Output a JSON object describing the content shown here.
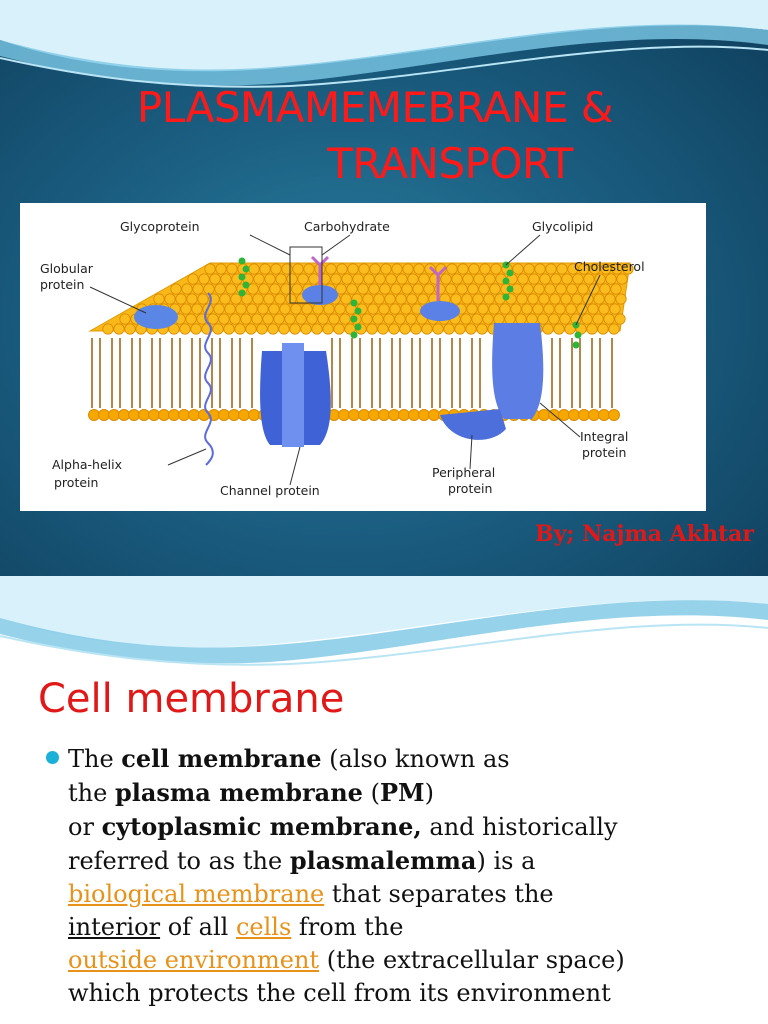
{
  "slide1": {
    "title_line1": "PLASMAMEMEBRANE &",
    "title_line2": "TRANSPORT",
    "byline": "By; Najma Akhtar",
    "diagram_labels": {
      "glycoprotein": "Glycoprotein",
      "carbohydrate": "Carbohydrate",
      "glycolipid": "Glycolipid",
      "globular1": "Globular",
      "globular2": "protein",
      "cholesterol": "Cholesterol",
      "integral1": "Integral",
      "integral2": "protein",
      "alpha1": "Alpha-helix",
      "alpha2": "protein",
      "channel": "Channel protein",
      "peripheral1": "Peripheral",
      "peripheral2": "protein"
    }
  },
  "slide2": {
    "heading": "Cell membrane",
    "p": {
      "t1": "The ",
      "b1": "cell membrane",
      "t2": " (also known as",
      "t3": "the ",
      "b2": "plasma membrane",
      "t4": " (",
      "b3": "PM",
      "t5": ")",
      "t6": "or ",
      "b4": "cytoplasmic membrane,",
      "t7": " and historically",
      "t8": "referred to as the ",
      "b5": "plasmalemma",
      "t9": ") is a",
      "link1": "biological membrane",
      "t10": " that separates the",
      "u1": "interior",
      "t11": " of all ",
      "link2": "cells",
      "t12": " from the",
      "link3": "outside environment",
      "t13": " (the extracellular space)",
      "t14": "which protects the cell from its environment"
    }
  },
  "colors": {
    "title_red": "#ff1a1a",
    "link_orange": "#e8921a",
    "bullet_cyan": "#1bb0d8",
    "protein_blue": "#4a6fe0",
    "lipid_orange": "#f6a800"
  }
}
